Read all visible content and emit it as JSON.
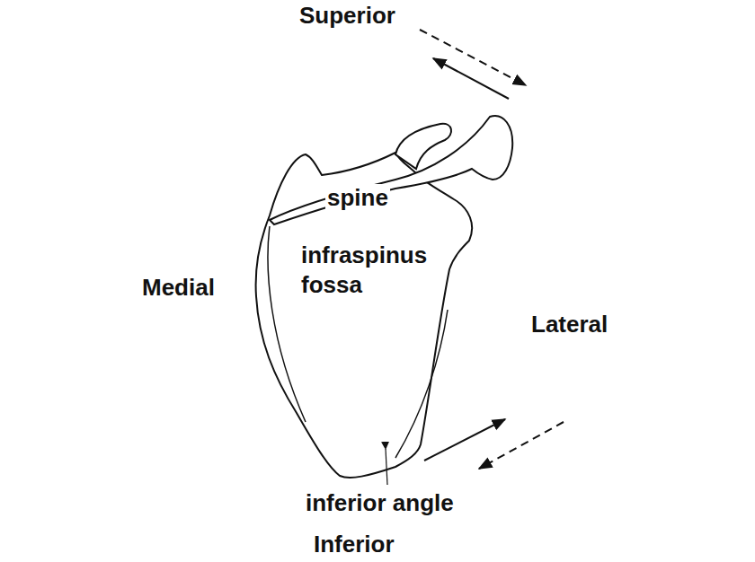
{
  "diagram": {
    "labels": [
      "Superior",
      "spine",
      "infraspinus fossa",
      "Medial",
      "Lateral",
      "inferior angle",
      "Inferior"
    ]
  }
}
